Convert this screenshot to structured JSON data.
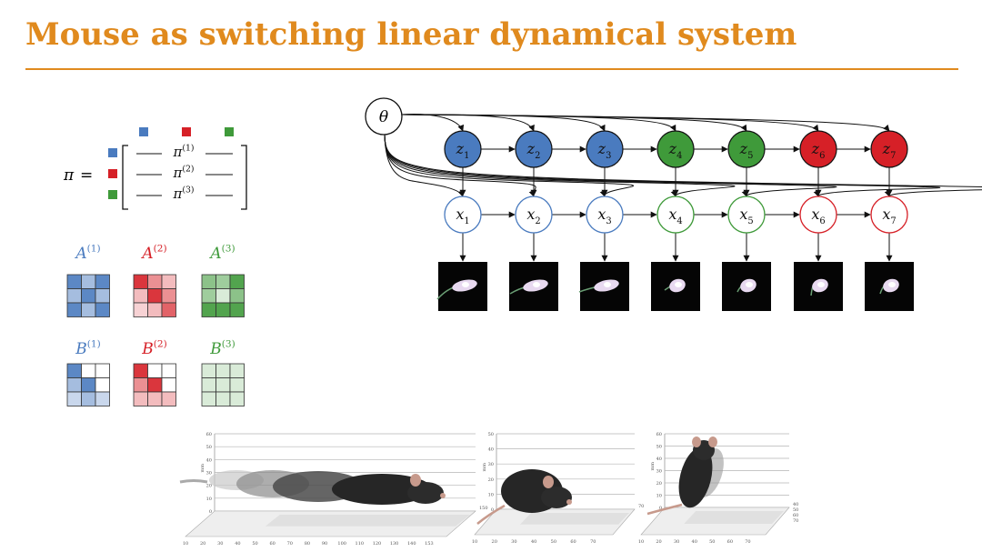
{
  "slide": {
    "title": "Mouse as switching linear dynamical system"
  },
  "colors": {
    "title": "#e08a1e",
    "blue": "#4a7bbf",
    "red": "#d62027",
    "green": "#3f9a3a"
  },
  "transition": {
    "symbol": "π",
    "equals": "=",
    "rows": [
      {
        "color": "blue",
        "base": "π",
        "sup": "(1)"
      },
      {
        "color": "red",
        "base": "π",
        "sup": "(2)"
      },
      {
        "color": "green",
        "base": "π",
        "sup": "(3)"
      }
    ],
    "column_markers": [
      "blue",
      "red",
      "green"
    ]
  },
  "matrices_A": [
    {
      "base": "A",
      "sup": "(1)",
      "color": "blue",
      "cells": [
        [
          0.9,
          0.5,
          0.9
        ],
        [
          0.5,
          0.9,
          0.5
        ],
        [
          0.9,
          0.5,
          0.9
        ]
      ]
    },
    {
      "base": "A",
      "sup": "(2)",
      "color": "red",
      "cells": [
        [
          0.9,
          0.5,
          0.3
        ],
        [
          0.3,
          0.9,
          0.5
        ],
        [
          0.2,
          0.3,
          0.7
        ]
      ]
    },
    {
      "base": "A",
      "sup": "(3)",
      "color": "green",
      "cells": [
        [
          0.6,
          0.5,
          0.9
        ],
        [
          0.5,
          0.2,
          0.6
        ],
        [
          0.9,
          0.9,
          0.9
        ]
      ]
    }
  ],
  "matrices_B": [
    {
      "base": "B",
      "sup": "(1)",
      "color": "blue",
      "cells": [
        [
          0.9,
          0,
          0
        ],
        [
          0.5,
          0.9,
          0
        ],
        [
          0.3,
          0.5,
          0.3
        ]
      ]
    },
    {
      "base": "B",
      "sup": "(2)",
      "color": "red",
      "cells": [
        [
          0.9,
          0,
          0
        ],
        [
          0.5,
          0.9,
          0
        ],
        [
          0.3,
          0.3,
          0.3
        ]
      ]
    },
    {
      "base": "B",
      "sup": "(3)",
      "color": "green",
      "cells": [
        [
          0.2,
          0.2,
          0.2
        ],
        [
          0.2,
          0.2,
          0.2
        ],
        [
          0.2,
          0.2,
          0.2
        ]
      ]
    }
  ],
  "graph": {
    "theta": "θ",
    "z_nodes": [
      {
        "base": "z",
        "sub": "1",
        "color": "blue"
      },
      {
        "base": "z",
        "sub": "2",
        "color": "blue"
      },
      {
        "base": "z",
        "sub": "3",
        "color": "blue"
      },
      {
        "base": "z",
        "sub": "4",
        "color": "green"
      },
      {
        "base": "z",
        "sub": "5",
        "color": "green"
      },
      {
        "base": "z",
        "sub": "6",
        "color": "red"
      },
      {
        "base": "z",
        "sub": "7",
        "color": "red"
      }
    ],
    "x_nodes": [
      {
        "base": "x",
        "sub": "1",
        "color": "blue"
      },
      {
        "base": "x",
        "sub": "2",
        "color": "blue"
      },
      {
        "base": "x",
        "sub": "3",
        "color": "blue"
      },
      {
        "base": "x",
        "sub": "4",
        "color": "green"
      },
      {
        "base": "x",
        "sub": "5",
        "color": "green"
      },
      {
        "base": "x",
        "sub": "6",
        "color": "red"
      },
      {
        "base": "x",
        "sub": "7",
        "color": "red"
      }
    ]
  },
  "pose_plots": [
    {
      "y_label": "mm",
      "z_ticks": [
        "0",
        "10",
        "20",
        "30",
        "40",
        "50",
        "60"
      ],
      "x_ticks": [
        "10",
        "20",
        "30",
        "40",
        "50",
        "60",
        "70",
        "80",
        "90",
        "100",
        "110",
        "120",
        "130",
        "140",
        "153"
      ],
      "side_ticks": [
        "150"
      ]
    },
    {
      "y_label": "mm",
      "z_ticks": [
        "0",
        "10",
        "20",
        "30",
        "40",
        "50"
      ],
      "x_ticks": [
        "10",
        "20",
        "30",
        "40",
        "50",
        "60",
        "70"
      ],
      "side_ticks": [
        "70"
      ]
    },
    {
      "y_label": "mm",
      "z_ticks": [
        "0",
        "10",
        "20",
        "30",
        "40",
        "50",
        "60"
      ],
      "x_ticks": [
        "10",
        "20",
        "30",
        "40",
        "50",
        "60",
        "70"
      ],
      "side_ticks": [
        "40",
        "50",
        "60",
        "70"
      ]
    }
  ]
}
